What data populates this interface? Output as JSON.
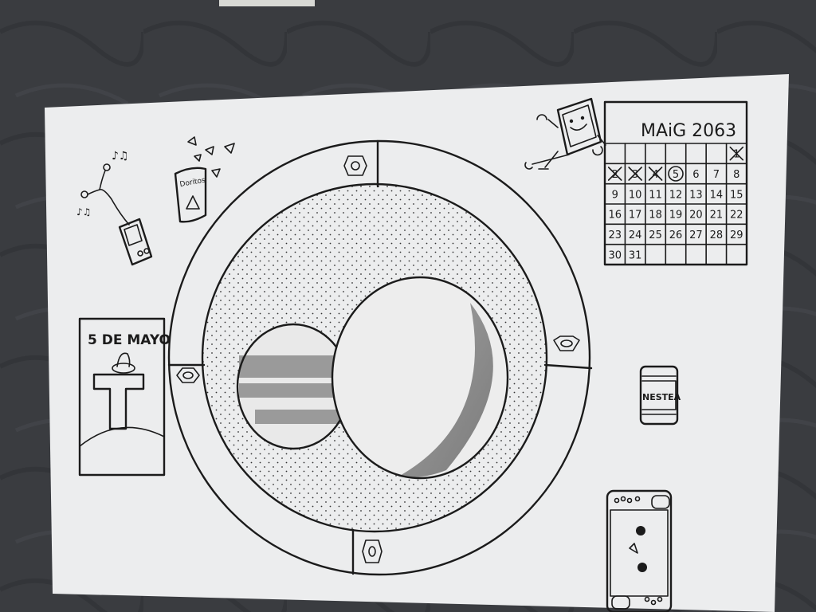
{
  "drawing": {
    "poster": {
      "text": "5 DE MAYO"
    },
    "calendar": {
      "title": "MAiG 2063",
      "days": [
        "1",
        "2",
        "3",
        "4",
        "5",
        "6",
        "7",
        "8",
        "9",
        "10",
        "11",
        "12",
        "13",
        "14",
        "15",
        "16",
        "17",
        "18",
        "19",
        "20",
        "21",
        "22",
        "23",
        "24",
        "25",
        "26",
        "27",
        "28",
        "29",
        "30",
        "31"
      ],
      "crossed_days": [
        "1",
        "2",
        "3",
        "4"
      ],
      "circled_day": "5"
    },
    "chips_bag": {
      "text": "Doritos"
    },
    "drink_can": {
      "text": "NESTEA"
    }
  },
  "colors": {
    "background": "#3a3c40",
    "paper": "#ecedee",
    "ink": "#1b1b1b",
    "shade": "#8a8a8a"
  }
}
